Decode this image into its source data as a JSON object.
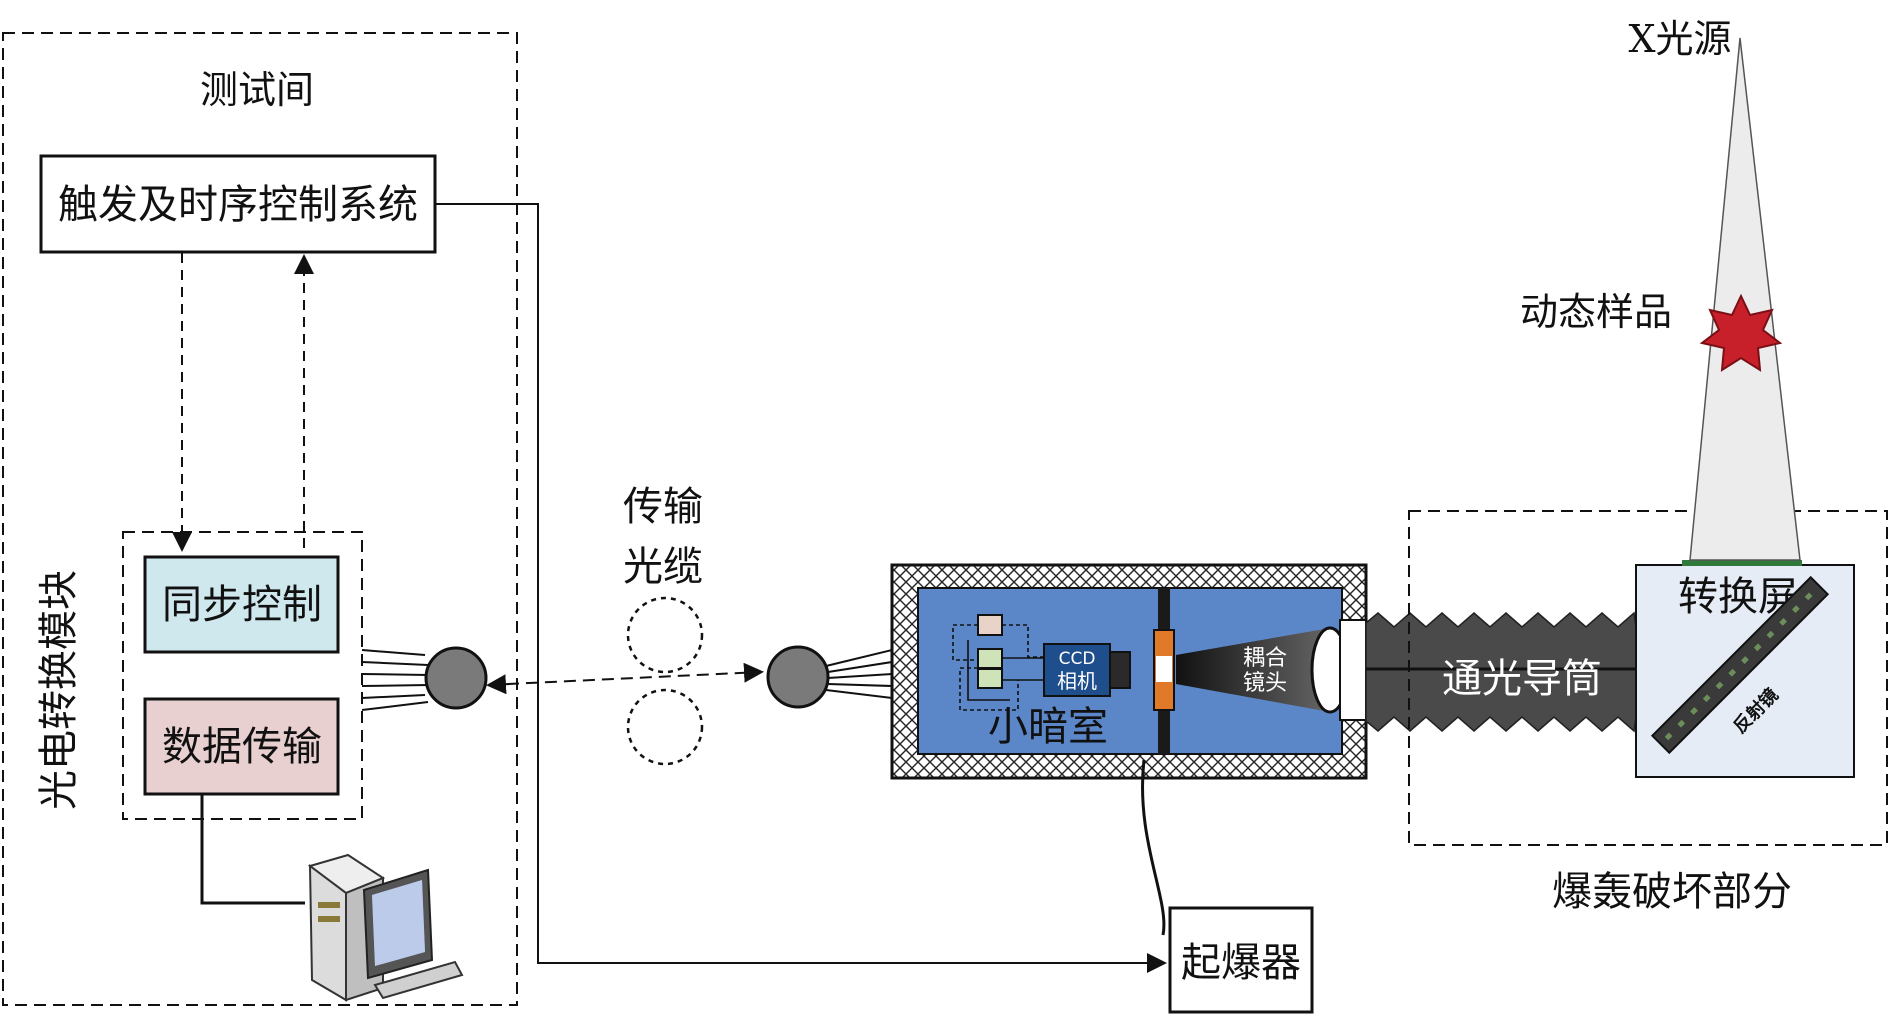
{
  "test_room": {
    "title": "测试间"
  },
  "trigger_box": {
    "label": "触发及时序控制系统"
  },
  "module": {
    "label": "光电转换模块"
  },
  "sync_box": {
    "label": "同步控制"
  },
  "data_box": {
    "label": "数据传输"
  },
  "cable": {
    "line1": "传输",
    "line2": "光缆"
  },
  "darkroom": {
    "label": "小暗室",
    "camera_line1": "CCD",
    "camera_line2": "相机",
    "lens_line1": "耦合",
    "lens_line2": "镜头"
  },
  "tube": {
    "label": "通光导筒"
  },
  "screen": {
    "label": "转换屏",
    "mirror": "反射镜"
  },
  "xray": {
    "source": "X光源",
    "sample": "动态样品"
  },
  "explosion_zone": {
    "label": "爆轰破坏部分"
  },
  "detonator": {
    "label": "起爆器"
  },
  "colors": {
    "darkroom_fill": "#5b86c8",
    "sync_fill": "#cfe8ee",
    "data_fill": "#e8cfd0",
    "camera_fill": "#1f4e8c",
    "connector_orange": "#e07a2a",
    "tube_fill": "#4a4a4a",
    "sample_red": "#c8202a",
    "screen_fill": "#e6ecf6"
  }
}
